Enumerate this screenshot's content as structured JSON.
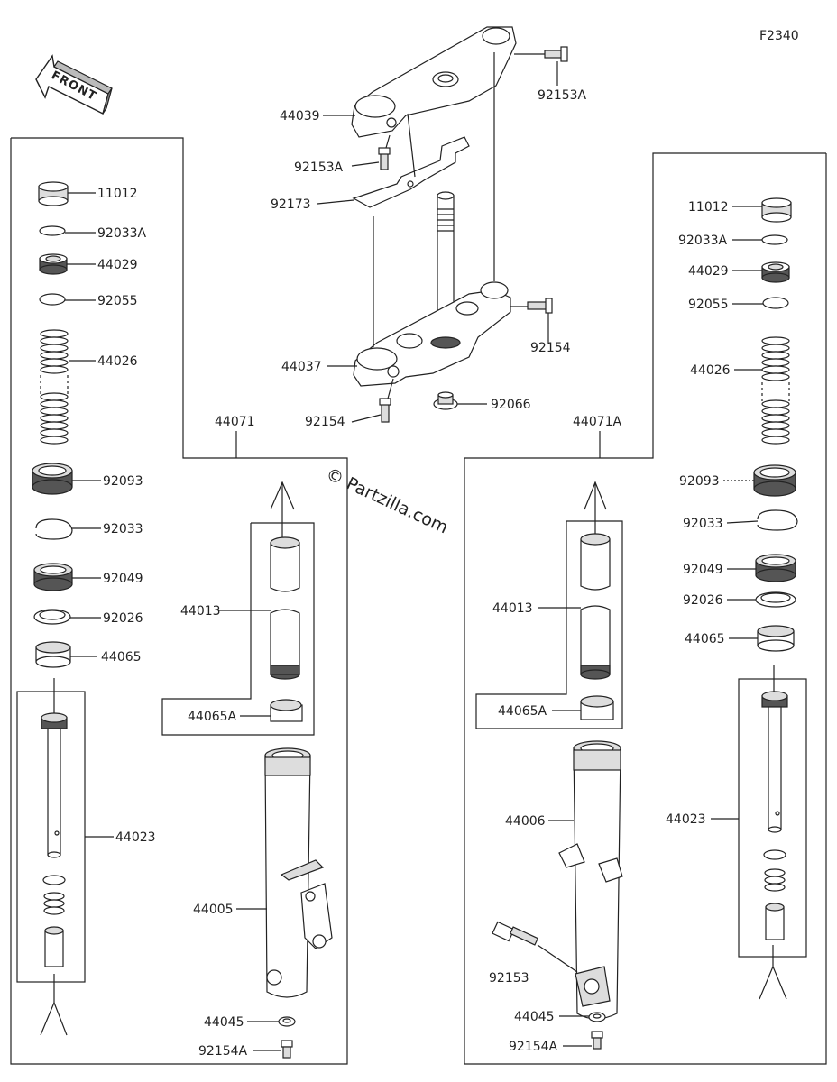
{
  "figure_code": "F2340",
  "front_label": "FRONT",
  "watermark": "© Partzilla.com",
  "callouts": {
    "top_bracket": "44039",
    "top_bolt": "92153A",
    "top_bolt_left": "92153A",
    "plate": "92173",
    "stem_bracket": "44037",
    "stem_bolt_right": "92154",
    "stem_bolt_left": "92154",
    "stem_nut": "92066",
    "left_fork": "44071",
    "right_fork": "44071A",
    "l_cap": "11012",
    "l_ring": "92033A",
    "l_plug": "44029",
    "l_oring": "92055",
    "l_spring": "44026",
    "l_seal": "92093",
    "l_clip": "92033",
    "l_seal2": "92049",
    "l_washer": "92026",
    "l_bushing": "44065",
    "l_damper": "44023",
    "l_inner_tube": "44013",
    "l_bushing_a": "44065A",
    "l_outer_tube": "44005",
    "l_gasket": "44045",
    "l_bottom_bolt": "92154A",
    "r_cap": "11012",
    "r_ring": "92033A",
    "r_plug": "44029",
    "r_oring": "92055",
    "r_spring": "44026",
    "r_seal": "92093",
    "r_clip": "92033",
    "r_seal2": "92049",
    "r_washer": "92026",
    "r_bushing": "44065",
    "r_damper": "44023",
    "r_inner_tube": "44013",
    "r_bushing_a": "44065A",
    "r_outer_tube": "44006",
    "r_axle_bolt": "92153",
    "r_gasket": "44045",
    "r_bottom_bolt": "92154A"
  }
}
